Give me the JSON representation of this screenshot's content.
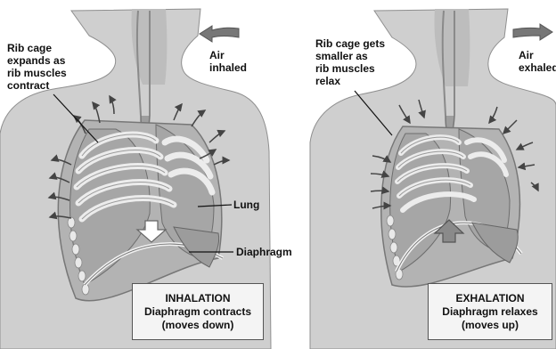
{
  "inhalation": {
    "rib_label": "Rib cage\nexpands as\nrib muscles\ncontract",
    "air_label": "Air\ninhaled",
    "lung_label": "Lung",
    "diaphragm_label": "Diaphragm",
    "caption_title": "INHALATION",
    "caption_line1": "Diaphragm contracts",
    "caption_line2": "(moves down)"
  },
  "exhalation": {
    "rib_label": "Rib cage gets\nsmaller as\nrib muscles\nrelax",
    "air_label": "Air\nexhaled",
    "caption_title": "EXHALATION",
    "caption_line1": "Diaphragm relaxes",
    "caption_line2": "(moves up)"
  },
  "colors": {
    "skin": "#cfcfcf",
    "skin_shadow": "#9a9a9a",
    "lung": "#b9b9b9",
    "rib": "#e4e4e4",
    "arrow": "#555555",
    "caption_bg": "#f4f4f4"
  }
}
